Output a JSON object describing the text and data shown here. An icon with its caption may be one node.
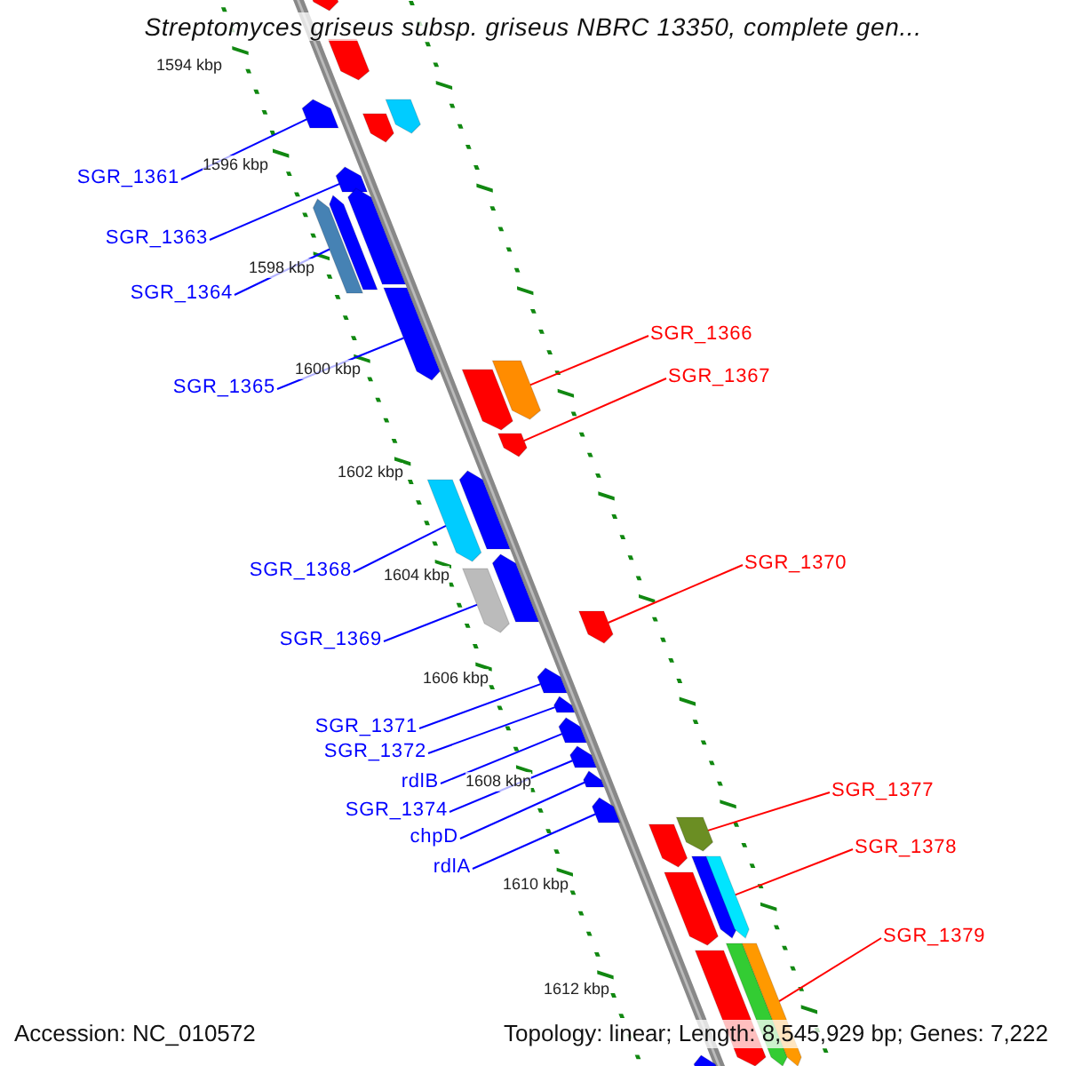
{
  "diagram": {
    "title": "Streptomyces griseus subsp. griseus NBRC 13350, complete gen...",
    "nodes": [
      {
        "text": [
          "SGR_1361"
        ]
      },
      {
        "text": [
          "SGR_1363"
        ]
      },
      {
        "text": [
          "SGR_1364"
        ]
      },
      {
        "text": [
          "SGR_1366"
        ]
      },
      {
        "text": [
          "SGR_1367"
        ]
      },
      {
        "text": [
          "SGR_1365"
        ]
      },
      {
        "text": [
          "SGR_1368"
        ]
      },
      {
        "text": [
          "SGR_1370"
        ]
      },
      {
        "text": [
          "SGR_1369"
        ]
      },
      {
        "text": [
          "SGR_1371"
        ]
      },
      {
        "text": [
          "SGR_1372"
        ]
      },
      {
        "text": [
          "rdlB"
        ]
      },
      {
        "text": [
          "SGR_1374"
        ]
      },
      {
        "text": [
          "SGR_1377"
        ]
      },
      {
        "text": [
          "chpD"
        ]
      },
      {
        "text": [
          "rdlA"
        ]
      },
      {
        "text": [
          "SGR_1378"
        ]
      },
      {
        "text": [
          "SGR_1379"
        ]
      },
      {
        "text": [],
        "shape": "pentagon"
      },
      {
        "text": [],
        "shape": "pentagon"
      },
      {
        "text": [],
        "shape": "pentagon"
      },
      {
        "text": [],
        "shape": "pentagon"
      },
      {
        "text": [],
        "shape": "pentagon"
      },
      {
        "text": [],
        "shape": "pentagon"
      },
      {
        "text": [],
        "shape": "pentagon"
      },
      {
        "text": [],
        "shape": "pentagon"
      },
      {
        "text": [],
        "shape": "pentagon"
      },
      {
        "text": [],
        "shape": "pentagon"
      },
      {
        "text": [],
        "shape": "pentagon"
      },
      {
        "text": [],
        "shape": "pentagon"
      },
      {
        "text": [],
        "shape": "pentagon"
      },
      {
        "text": [],
        "shape": "pentagon"
      },
      {
        "text": [],
        "shape": "pentagon"
      },
      {
        "text": [],
        "shape": "pentagon"
      },
      {
        "text": [],
        "shape": "pentagon"
      },
      {
        "text": [],
        "shape": "pentagon"
      },
      {
        "text": [],
        "shape": "pentagon"
      },
      {
        "text": [],
        "shape": "pentagon"
      },
      {
        "text": [],
        "shape": "pentagon"
      },
      {
        "text": [],
        "shape": "pentagon"
      },
      {
        "text": [],
        "shape": "pentagon"
      },
      {
        "text": [],
        "shape": "pentagon"
      },
      {
        "text": [],
        "shape": "pentagon"
      },
      {
        "text": [],
        "shape": "pentagon"
      },
      {
        "text": [],
        "shape": "pentagon"
      },
      {
        "text": [],
        "shape": "pentagon"
      },
      {
        "text": [],
        "shape": "pentagon"
      },
      {
        "text": [],
        "shape": "pentagon"
      },
      {
        "text": [],
        "shape": "pentagon"
      },
      {
        "text": [],
        "shape": "pentagon"
      },
      {
        "text": [],
        "shape": "pentagon"
      }
    ],
    "edges": [
      {
        "from": 0,
        "to": 20,
        "arrow": "none"
      },
      {
        "from": 1,
        "to": 23,
        "arrow": "none"
      },
      {
        "from": 2,
        "to": 26,
        "arrow": "none"
      },
      {
        "from": 3,
        "to": 28,
        "arrow": "none",
        "color": "#ff0000"
      },
      {
        "from": 4,
        "to": 30,
        "arrow": "none",
        "color": "#ff0000"
      },
      {
        "from": 5,
        "to": 27,
        "arrow": "none"
      },
      {
        "from": 6,
        "to": 32,
        "arrow": "none"
      },
      {
        "from": 7,
        "to": 35,
        "arrow": "none",
        "color": "#ff0000"
      },
      {
        "from": 8,
        "to": 34,
        "arrow": "none"
      },
      {
        "from": 9,
        "to": 36,
        "arrow": "none"
      },
      {
        "from": 10,
        "to": 37,
        "arrow": "none"
      },
      {
        "from": 11,
        "to": 38,
        "arrow": "none"
      },
      {
        "from": 12,
        "to": 39,
        "arrow": "none"
      },
      {
        "from": 13,
        "to": 42,
        "arrow": "none",
        "color": "#ff0000"
      },
      {
        "from": 14,
        "to": 40,
        "arrow": "none"
      },
      {
        "from": 15,
        "to": 41,
        "arrow": "none"
      },
      {
        "from": 16,
        "to": 45,
        "arrow": "none",
        "color": "#ff0000"
      },
      {
        "from": 17,
        "to": 48,
        "arrow": "none",
        "color": "#ff0000"
      }
    ],
    "labels": [
      "1594 kbp",
      "1596 kbp",
      "1598 kbp",
      "1600 kbp",
      "1602 kbp",
      "1604 kbp",
      "1606 kbp",
      "1608 kbp",
      "1610 kbp",
      "1612 kbp",
      "Accession: NC_010572",
      "Topology: linear; Length: 8,545,929 bp; Genes: 7,222"
    ]
  }
}
